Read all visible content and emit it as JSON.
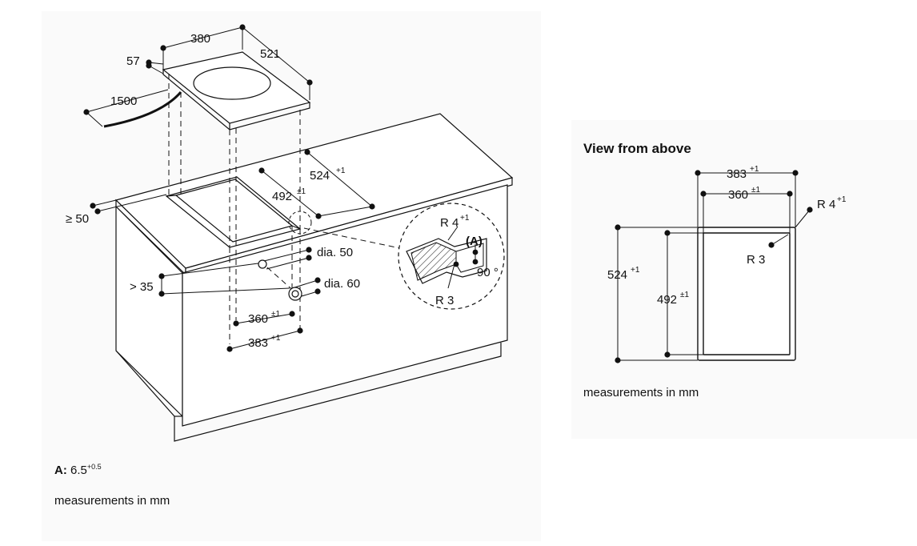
{
  "left_drawing": {
    "dims": {
      "width_380": "380",
      "depth_521": "521",
      "height_57": "57",
      "cable_1500": "1500",
      "front_gap": "≥ 50",
      "cutout_492": "492",
      "cutout_492_sup": "±1",
      "cutout_524": "524",
      "cutout_524_sup": "+1",
      "dia_50": "dia. 50",
      "dia_60": "dia. 60",
      "gt_35": "> 35",
      "w_360": "360",
      "w_360_sup": "±1",
      "w_383": "383",
      "w_383_sup": "+1"
    },
    "detail": {
      "r4": "R 4",
      "r4_sup": "+1",
      "a": "(A)",
      "deg90": "90 °",
      "r3": "R 3"
    },
    "note_a_label": "A:",
    "note_a_value": "6.5",
    "note_a_sup": "+0.5",
    "measurements": "measurements in mm"
  },
  "right_drawing": {
    "title": "View from above",
    "w_383": "383",
    "w_383_sup": "+1",
    "w_360": "360",
    "w_360_sup": "±1",
    "r4": "R 4",
    "r4_sup": "+1",
    "h_524": "524",
    "h_524_sup": "+1",
    "h_492": "492",
    "h_492_sup": "±1",
    "r3": "R 3",
    "measurements": "measurements in mm"
  }
}
